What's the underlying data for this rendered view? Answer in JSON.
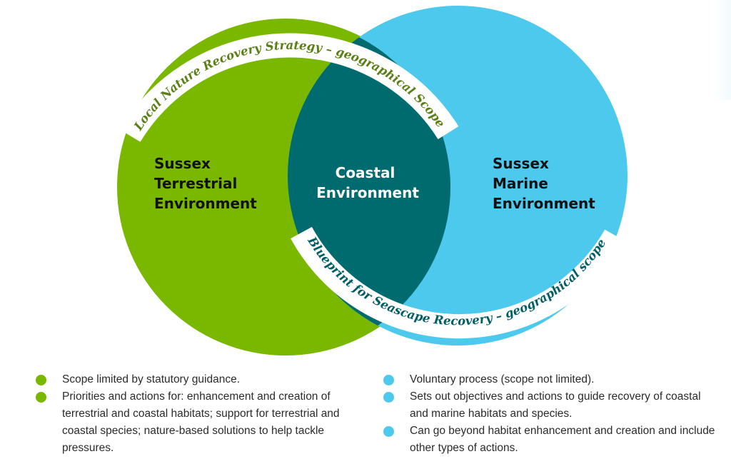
{
  "colors": {
    "terrestrial": "#7ab800",
    "marine": "#4cc9ec",
    "coastal": "#006b6e",
    "green_text": "#5a7f14",
    "teal_text": "#005f66"
  },
  "diagram": {
    "left_circle": {
      "title_lines": [
        "Sussex",
        "Terrestrial",
        "Environment"
      ]
    },
    "right_circle": {
      "title_lines": [
        "Sussex",
        "Marine",
        "Environment"
      ]
    },
    "overlap": {
      "title_lines": [
        "Coastal",
        "Environment"
      ]
    },
    "top_arc_label": "Local Nature Recovery Strategy – geographical Scope",
    "bottom_arc_label": "Blueprint for Seascape Recovery – geographical scope"
  },
  "legend_left": {
    "items": [
      "Scope limited by statutory guidance.",
      "Priorities and actions for: enhancement and creation of terrestrial and coastal habitats; support for terrestrial and coastal species; nature-based solutions to help tackle pressures."
    ]
  },
  "legend_right": {
    "items": [
      "Voluntary process (scope not limited).",
      "Sets out objectives and actions to guide recovery of coastal and marine habitats and species.",
      "Can go beyond habitat enhancement and creation and include other types of actions."
    ]
  }
}
